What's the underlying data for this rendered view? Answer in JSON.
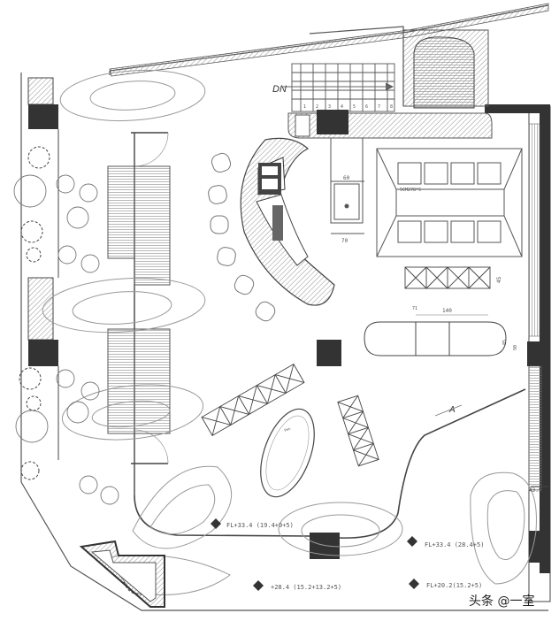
{
  "plan": {
    "stair_direction": "DN",
    "stair_numbers": [
      "1",
      "2",
      "3",
      "4",
      "5",
      "6",
      "7",
      "8"
    ],
    "dimensions": {
      "sink_width": "60",
      "sink_depth": "70",
      "table_label": "5CM278*5",
      "counter_width": "140",
      "counter_offset": "71",
      "counter_depth_a": "85",
      "counter_depth_b": "90",
      "shelf_depth": "45",
      "wall_depth": "43.5"
    },
    "floor_levels": [
      "FL+33.4 (19.4+9+5)",
      "FL+33.4 (28.4+5)",
      "+28.4 (15.2+13.2+5)",
      "FL+20.2(15.2+5)"
    ],
    "section_marker": "A",
    "pen_label": "Pen",
    "watermark": "头条 @一室"
  },
  "colors": {
    "wall": "#333333",
    "line": "#555555",
    "hatch": "#999999",
    "light": "#bbbbbb",
    "background": "#ffffff"
  }
}
